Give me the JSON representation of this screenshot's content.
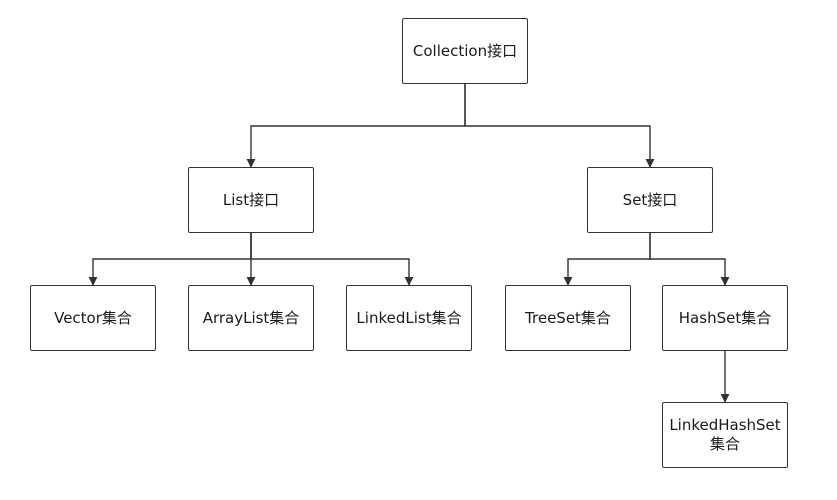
{
  "diagram": {
    "nodes": {
      "collection": "Collection接口",
      "list": "List接口",
      "set": "Set接口",
      "vector": "Vector集合",
      "arraylist": "ArrayList集合",
      "linkedlist": "LinkedList集合",
      "treeset": "TreeSet集合",
      "hashset": "HashSet集合",
      "linkedhashset": "LinkedHashSet\n集合"
    },
    "edges": [
      {
        "from": "collection",
        "to": "list"
      },
      {
        "from": "collection",
        "to": "set"
      },
      {
        "from": "list",
        "to": "vector"
      },
      {
        "from": "list",
        "to": "arraylist"
      },
      {
        "from": "list",
        "to": "linkedlist"
      },
      {
        "from": "set",
        "to": "treeset"
      },
      {
        "from": "set",
        "to": "hashset"
      },
      {
        "from": "hashset",
        "to": "linkedhashset"
      }
    ]
  }
}
